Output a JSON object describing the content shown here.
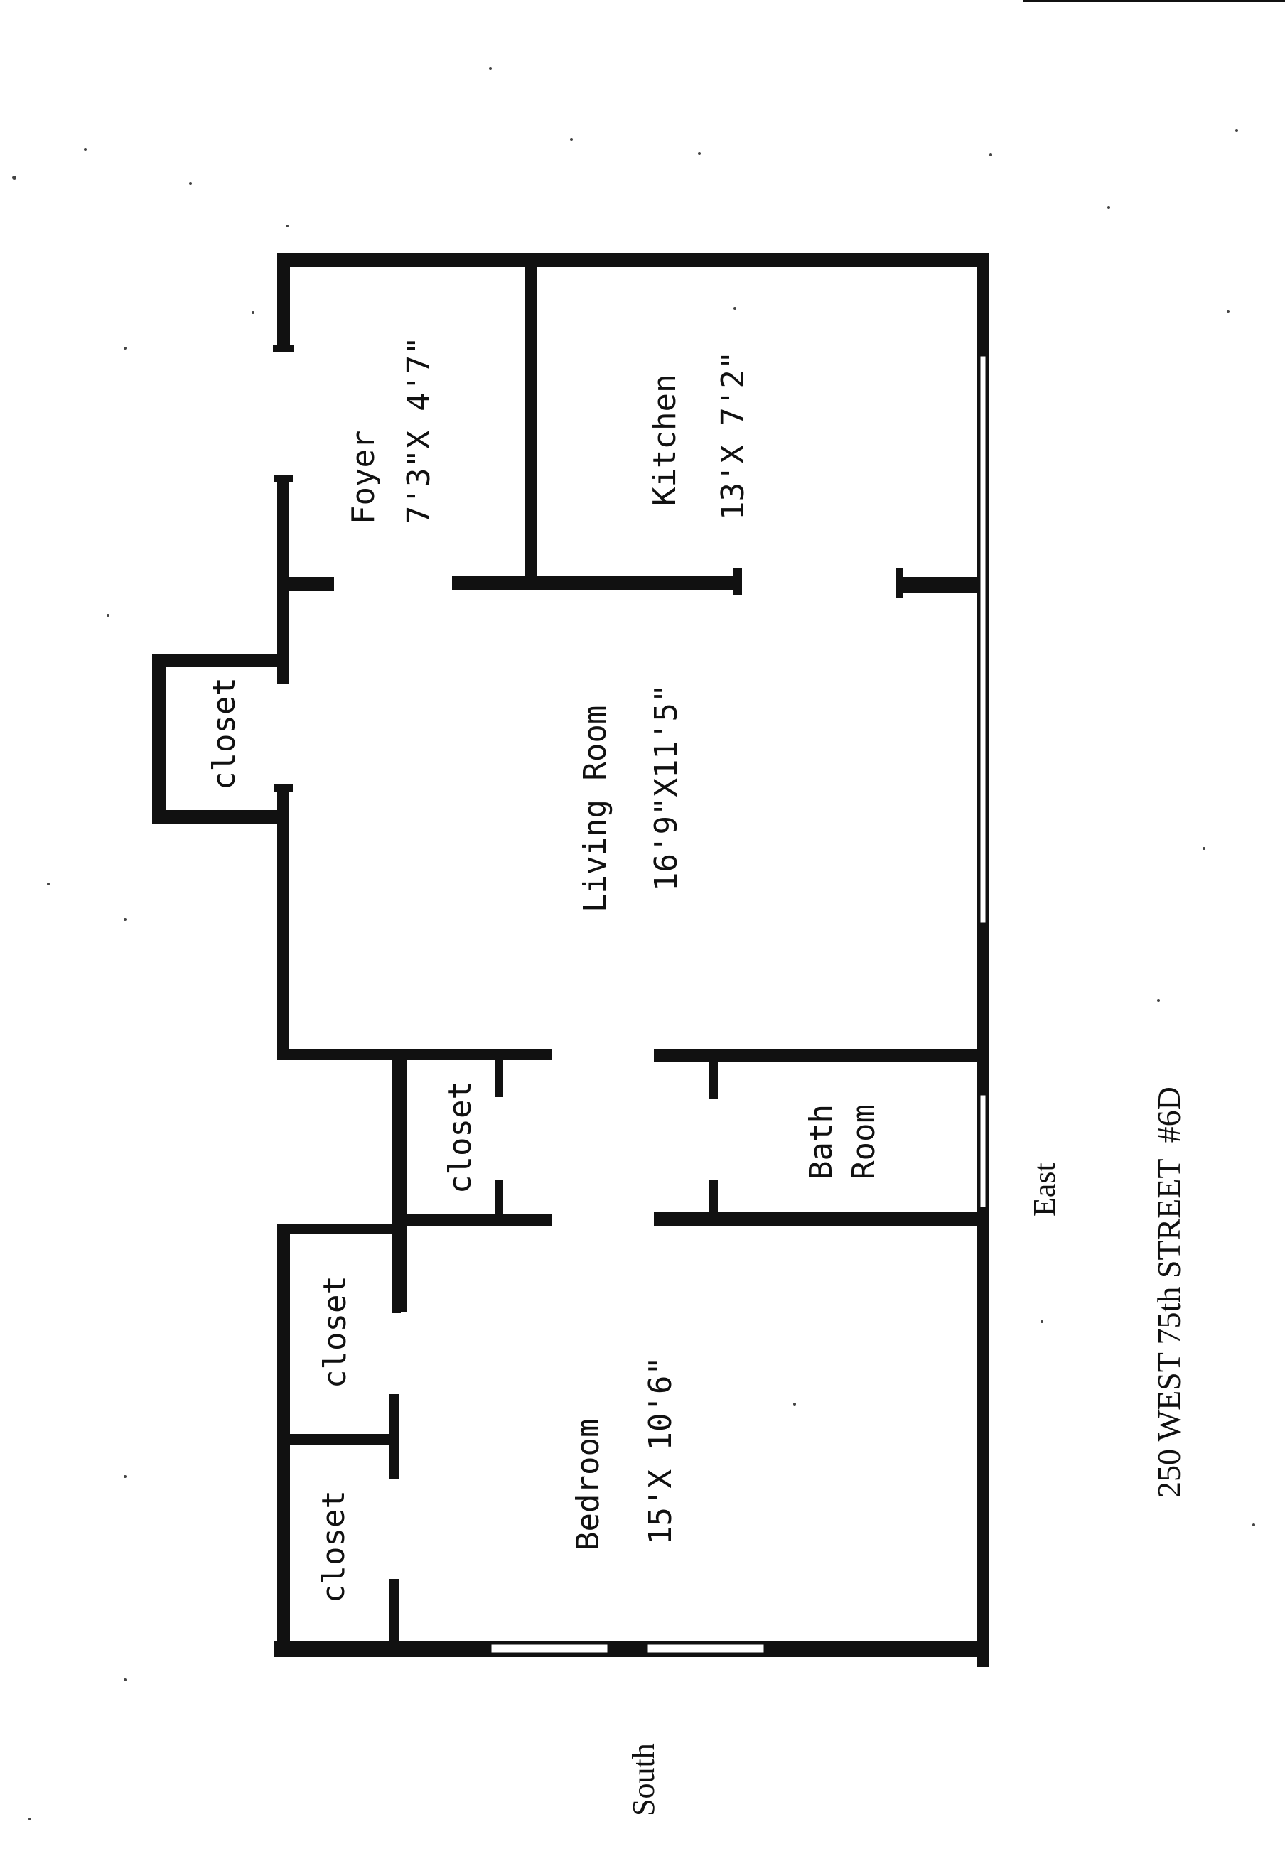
{
  "rooms": {
    "foyer": {
      "name": "Foyer",
      "dims": "7'3\"X 4'7\""
    },
    "kitchen": {
      "name": "Kitchen",
      "dims": "13'X 7'2\""
    },
    "living_room": {
      "name": "Living Room",
      "dims": "16'9\"X11'5\""
    },
    "bath_room": {
      "name_line1": "Bath",
      "name_line2": "Room"
    },
    "bedroom": {
      "name": "Bedroom",
      "dims": "15'X 10'6\""
    },
    "closets": [
      "closet",
      "closet",
      "closet",
      "closet"
    ]
  },
  "directions": {
    "east": "East",
    "south": "South"
  },
  "address": "250 WEST 75th STREET  #6D",
  "colors": {
    "ink": "#111111",
    "paper": "#ffffff"
  }
}
